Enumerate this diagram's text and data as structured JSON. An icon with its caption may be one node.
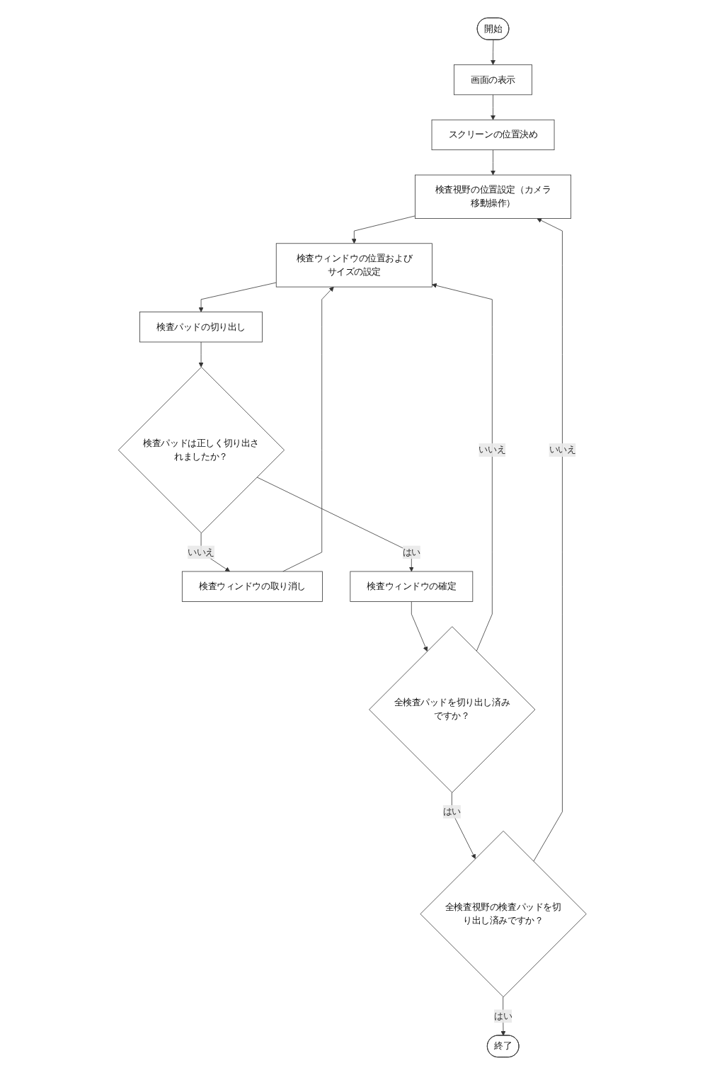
{
  "diagram": {
    "nodes": [
      {
        "text": [
          "開始"
        ]
      },
      {
        "text": [
          "画面の表示"
        ]
      },
      {
        "text": [
          "スクリーンの位置決め"
        ]
      },
      {
        "text": [
          "検査視野の位置設定（カメラ移動操作）"
        ]
      },
      {
        "text": [
          "検査ウィンドウの位置およびサイズの設定"
        ]
      },
      {
        "text": [
          "検査パッドの切り出し"
        ]
      },
      {
        "text": [
          "検査ウィンドウの取り消し"
        ]
      },
      {
        "text": [
          "検査パッドは正しく切り出されましたか？"
        ]
      },
      {
        "text": [
          "検査ウィンドウの確定"
        ]
      },
      {
        "text": [
          "全検査パッドを切り出し済みですか？"
        ]
      },
      {
        "text": [
          "全検査視野の検査パッドを切り出し済みですか？"
        ]
      },
      {
        "text": [
          "終了"
        ]
      }
    ],
    "edges": [
      {
        "from": 0,
        "to": 1,
        "arrow": "to"
      },
      {
        "from": 1,
        "to": 2,
        "arrow": "to"
      },
      {
        "from": 2,
        "to": 3,
        "arrow": "to"
      },
      {
        "from": 3,
        "to": 4,
        "arrow": "to"
      },
      {
        "from": 4,
        "to": 5,
        "arrow": "to"
      },
      {
        "from": 5,
        "to": 7,
        "arrow": "to"
      },
      {
        "from": 7,
        "to": 6,
        "label": "いいえ",
        "arrow": "to"
      },
      {
        "from": 6,
        "to": 4,
        "arrow": "to"
      },
      {
        "from": 7,
        "to": 8,
        "label": "はい",
        "arrow": "to"
      },
      {
        "from": 8,
        "to": 9,
        "arrow": "to"
      },
      {
        "from": 9,
        "to": 4,
        "label": "いいえ",
        "arrow": "to"
      },
      {
        "from": 9,
        "to": 10,
        "label": "はい",
        "arrow": "to"
      },
      {
        "from": 10,
        "to": 3,
        "label": "いいえ",
        "arrow": "to"
      },
      {
        "from": 10,
        "to": 11,
        "label": "はい",
        "arrow": "to"
      }
    ]
  }
}
